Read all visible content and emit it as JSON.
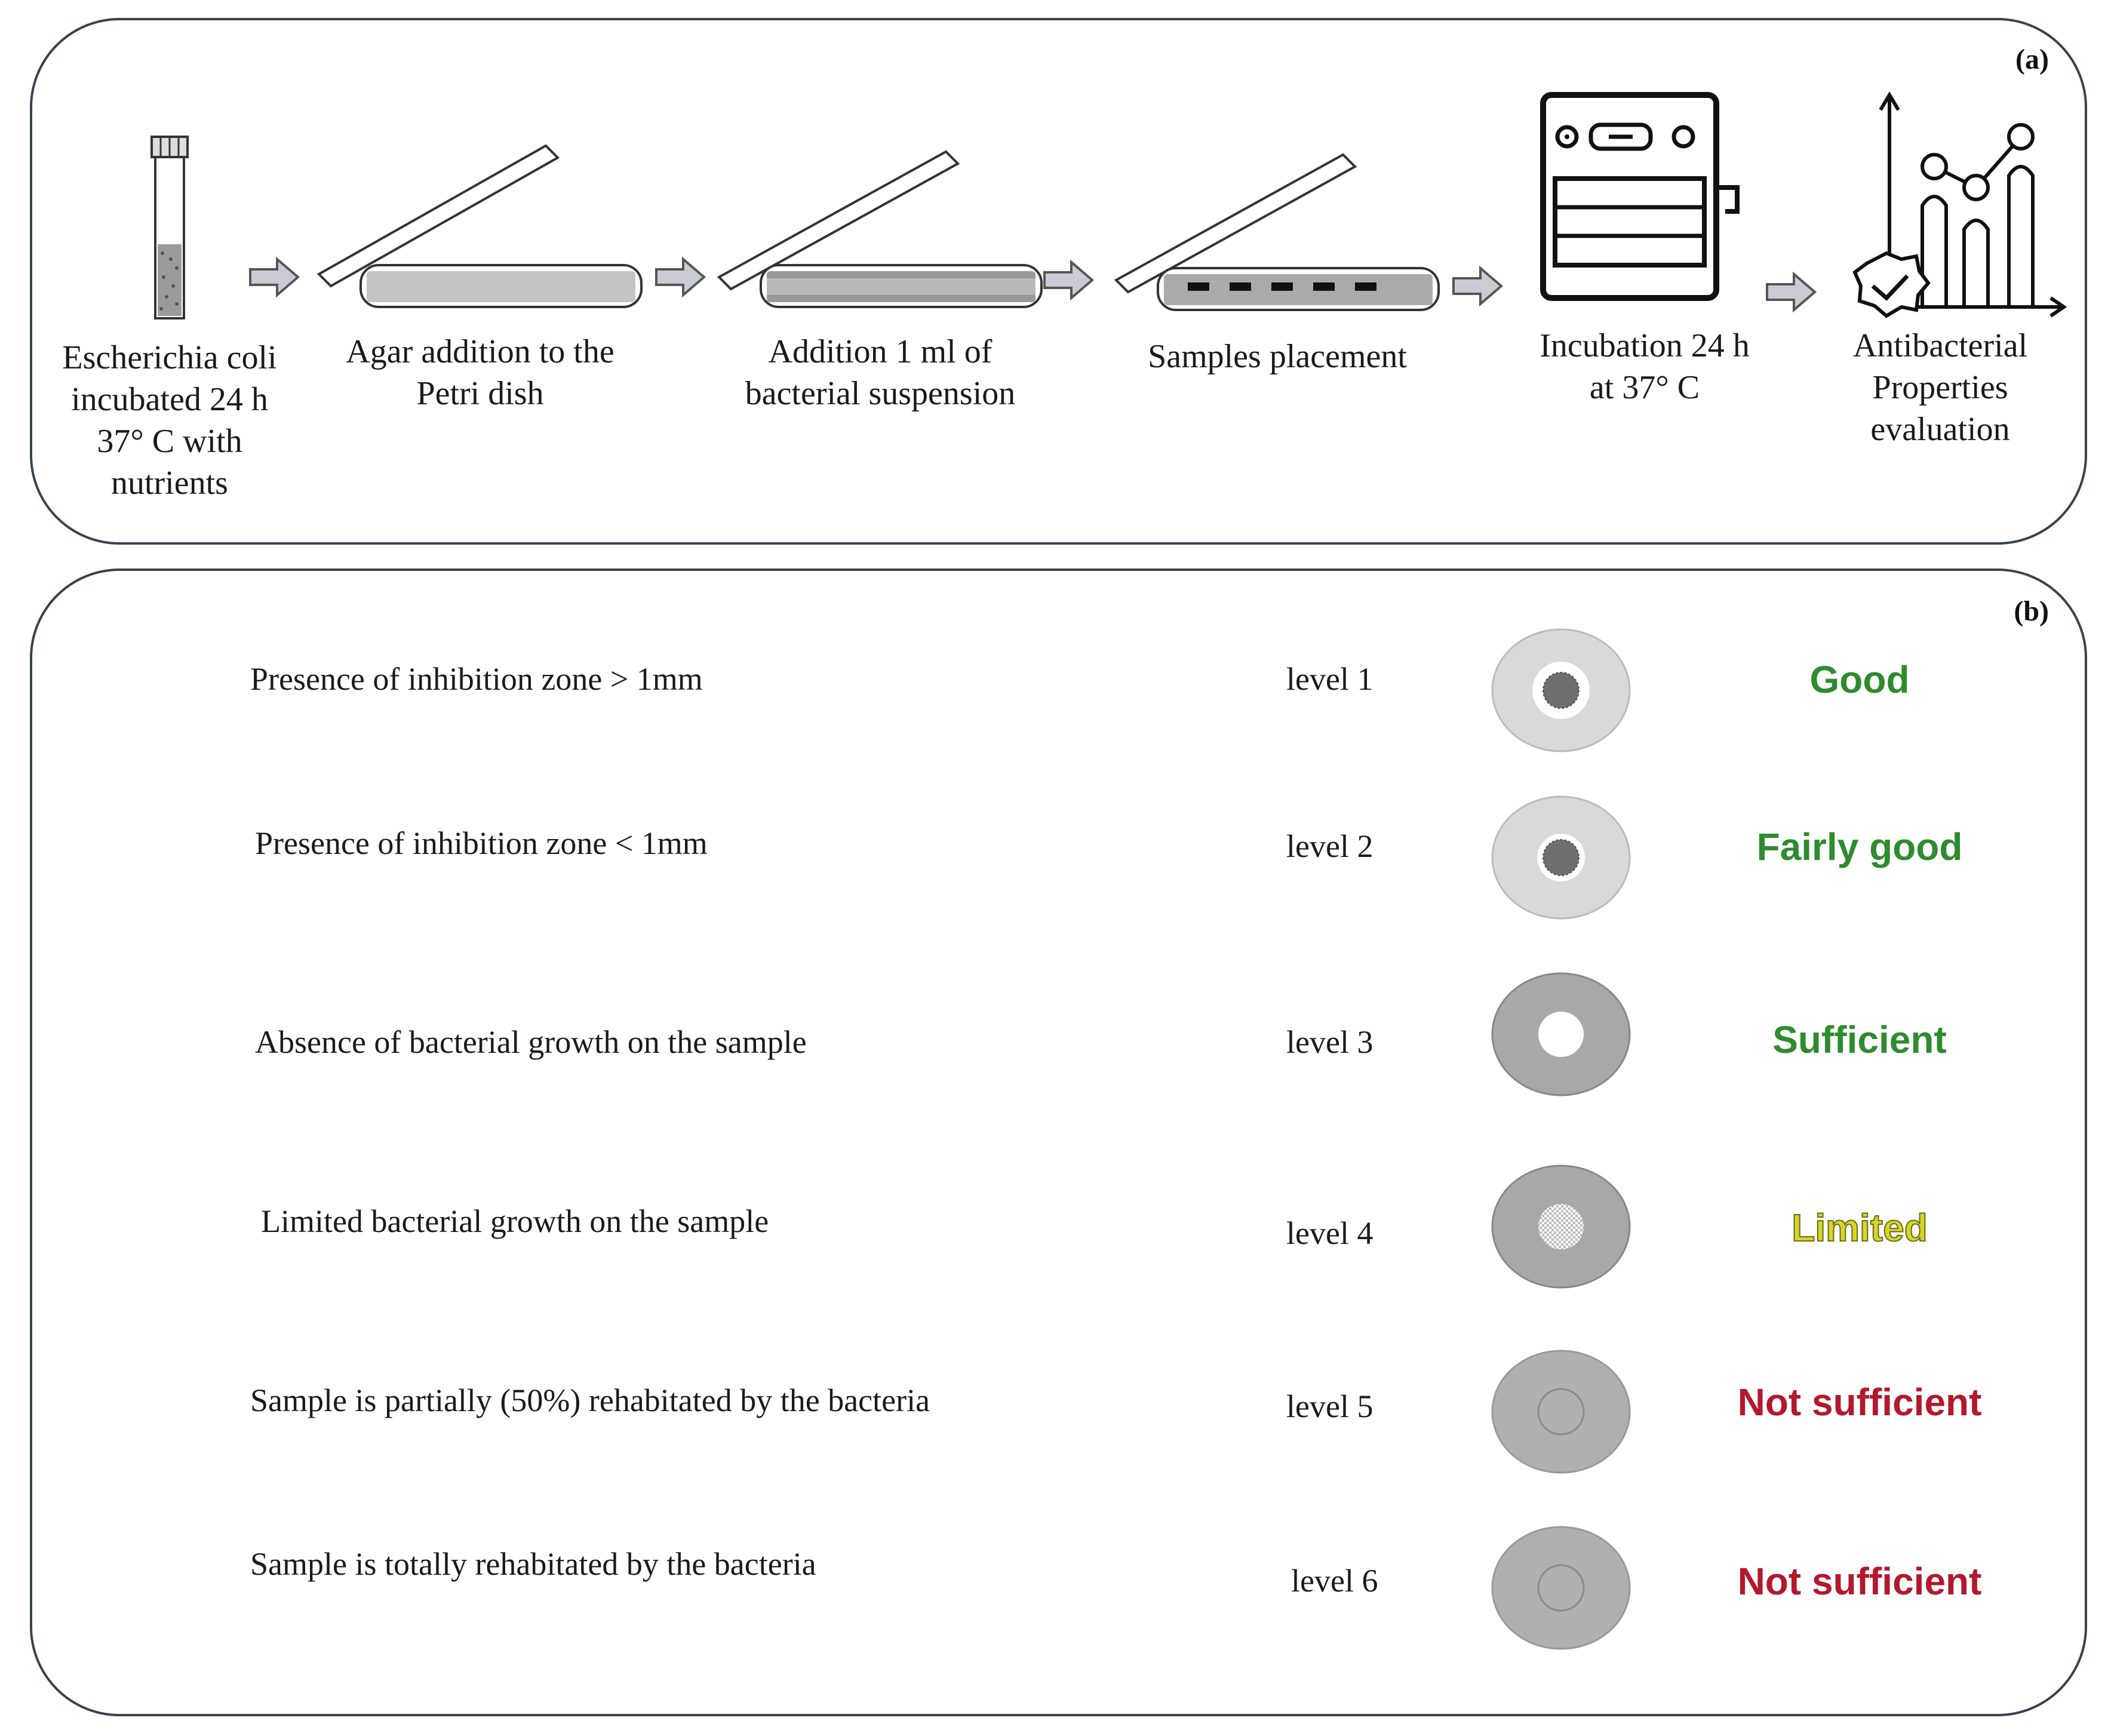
{
  "panel_a": {
    "label": "(a)",
    "steps": [
      {
        "label": "Escherichia coli\nincubated 24 h\n37°  C with\nnutrients",
        "icon": "test-tube-icon"
      },
      {
        "label": "Agar addition to the\nPetri dish",
        "icon": "petri-dish-agar-icon"
      },
      {
        "label": "Addition 1 ml of\nbacterial suspension",
        "icon": "petri-dish-suspension-icon"
      },
      {
        "label": "Samples  placement",
        "icon": "petri-dish-samples-icon"
      },
      {
        "label": "Incubation 24 h\nat 37°  C",
        "icon": "incubator-icon"
      },
      {
        "label": "Antibacterial\nProperties\nevaluation",
        "icon": "chart-evaluation-icon"
      }
    ]
  },
  "panel_b": {
    "label": "(b)",
    "rows": [
      {
        "description": "Presence of inhibition zone > 1mm",
        "level": "level 1",
        "rating": "Good",
        "rating_color": "#2e8b2e"
      },
      {
        "description": "Presence of inhibition zone < 1mm",
        "level": "level 2",
        "rating": "Fairly good",
        "rating_color": "#2e8b2e"
      },
      {
        "description": "Absence of bacterial growth on the sample",
        "level": "level 3",
        "rating": "Sufficient",
        "rating_color": "#2e8b2e"
      },
      {
        "description": "Limited bacterial growth on the sample",
        "level": "level 4",
        "rating": "Limited",
        "rating_color": "#d4d62a"
      },
      {
        "description": "Sample is partially (50%) rehabitated by the bacteria",
        "level": "level 5",
        "rating": "Not sufficient",
        "rating_color": "#b3182c"
      },
      {
        "description": "Sample is totally rehabitated by the bacteria",
        "level": "level 6",
        "rating": "Not sufficient",
        "rating_color": "#b3182c"
      }
    ]
  }
}
